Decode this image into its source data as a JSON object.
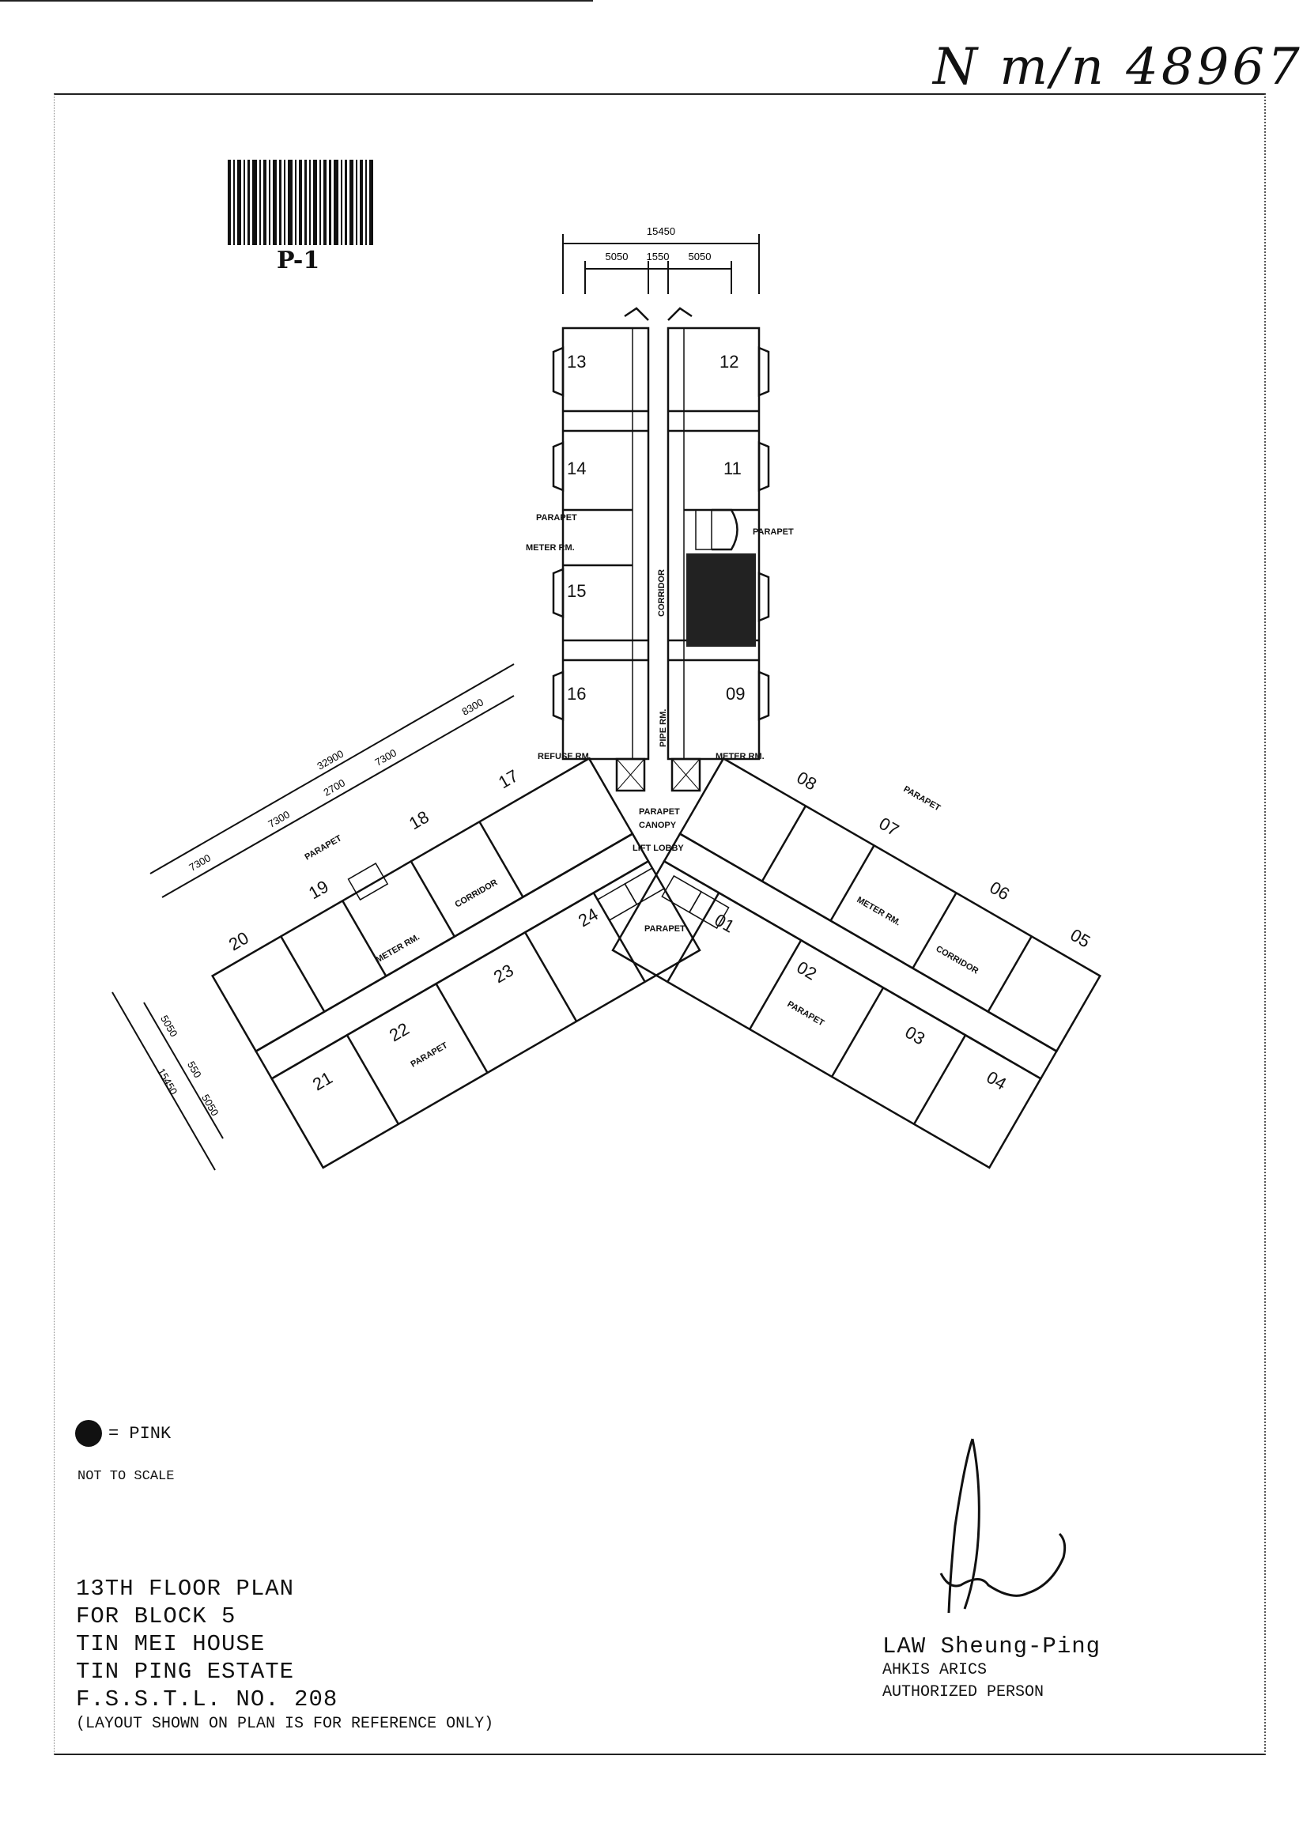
{
  "handwritten_ref": "N m/n 48967",
  "barcode_label": "P-1",
  "dimensions": {
    "top_overall": "15450",
    "top_left": "5050",
    "top_mid": "1550",
    "top_right": "5050",
    "wing_overall": "32900",
    "wing_1": "7300",
    "wing_2": "7300",
    "wing_3": "2700",
    "wing_4": "7300",
    "wing_5": "8300",
    "end_overall": "15450",
    "end_1": "5050",
    "end_2": "550",
    "end_3": "5050"
  },
  "units": [
    "13",
    "12",
    "14",
    "11",
    "15",
    "16",
    "09",
    "17",
    "18",
    "19",
    "20",
    "21",
    "22",
    "23",
    "24",
    "08",
    "07",
    "06",
    "05",
    "01",
    "02",
    "03",
    "04"
  ],
  "labels": {
    "parapet": "PARAPET",
    "meter_rm": "METER RM.",
    "corridor": "CORRIDOR",
    "pipe_rm": "PIPE RM.",
    "refuse_rm": "REFUSE RM.",
    "canopy": "CANOPY",
    "lift_lobby": "LIFT LOBBY"
  },
  "legend": {
    "symbol": "black-dot",
    "text": "= PINK"
  },
  "not_to_scale": "NOT TO SCALE",
  "title_lines": [
    "13TH FLOOR PLAN",
    "FOR BLOCK 5",
    "TIN MEI HOUSE",
    "TIN PING ESTATE",
    "F.S.S.T.L. NO. 208"
  ],
  "title_note": "(LAYOUT SHOWN ON PLAN IS FOR REFERENCE ONLY)",
  "signer": {
    "name": "LAW Sheung-Ping",
    "qualifications": "AHKIS ARICS",
    "role": "AUTHORIZED PERSON"
  }
}
